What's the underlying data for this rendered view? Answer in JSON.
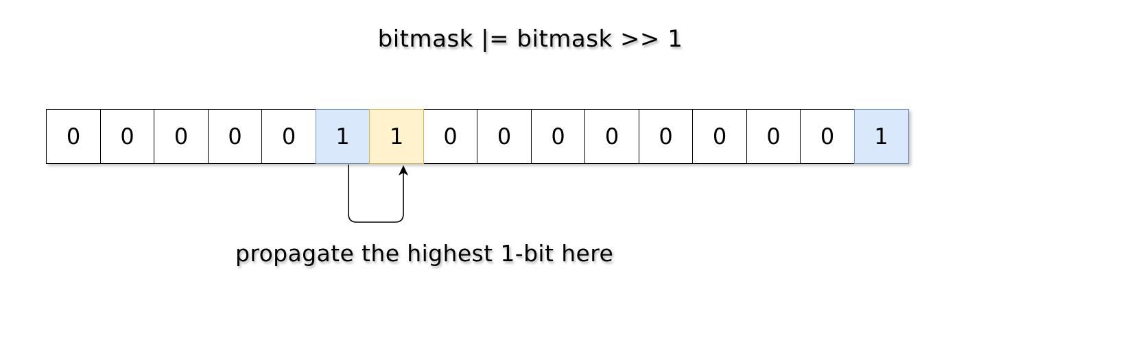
{
  "title": "bitmask |= bitmask >> 1",
  "caption": "propagate the highest 1-bit here",
  "bits": [
    "0",
    "0",
    "0",
    "0",
    "0",
    "1",
    "1",
    "0",
    "0",
    "0",
    "0",
    "0",
    "0",
    "0",
    "0",
    "1"
  ],
  "highlight_colors": {
    "blue_fill": "#dae8fc",
    "blue_border": "#6c8ebf",
    "yellow_fill": "#fff2cc",
    "yellow_border": "#d6b656"
  }
}
